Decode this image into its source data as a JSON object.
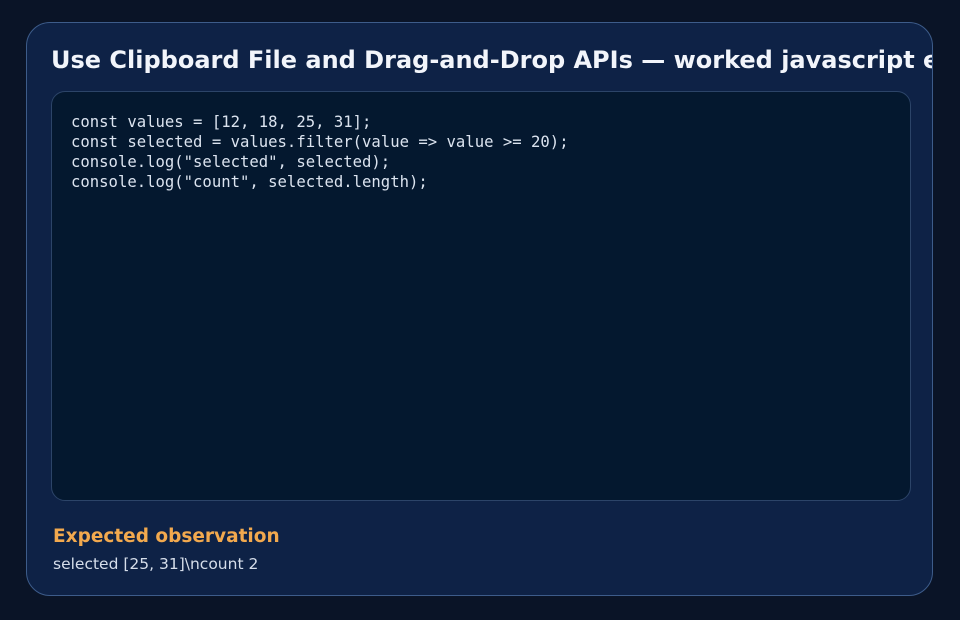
{
  "card": {
    "title": "Use Clipboard File and Drag-and-Drop APIs — worked javascript example",
    "code_lines": [
      "const values = [12, 18, 25, 31];",
      "const selected = values.filter(value => value >= 20);",
      "console.log(\"selected\", selected);",
      "console.log(\"count\", selected.length);"
    ],
    "observation": {
      "heading": "Expected observation",
      "text": "selected [25, 31]\\ncount 2"
    }
  },
  "colors": {
    "background": "#0a1427",
    "card": "#0e2246",
    "card_border": "#3d5c8a",
    "code_panel": "#04182f",
    "accent": "#f2a94e"
  }
}
